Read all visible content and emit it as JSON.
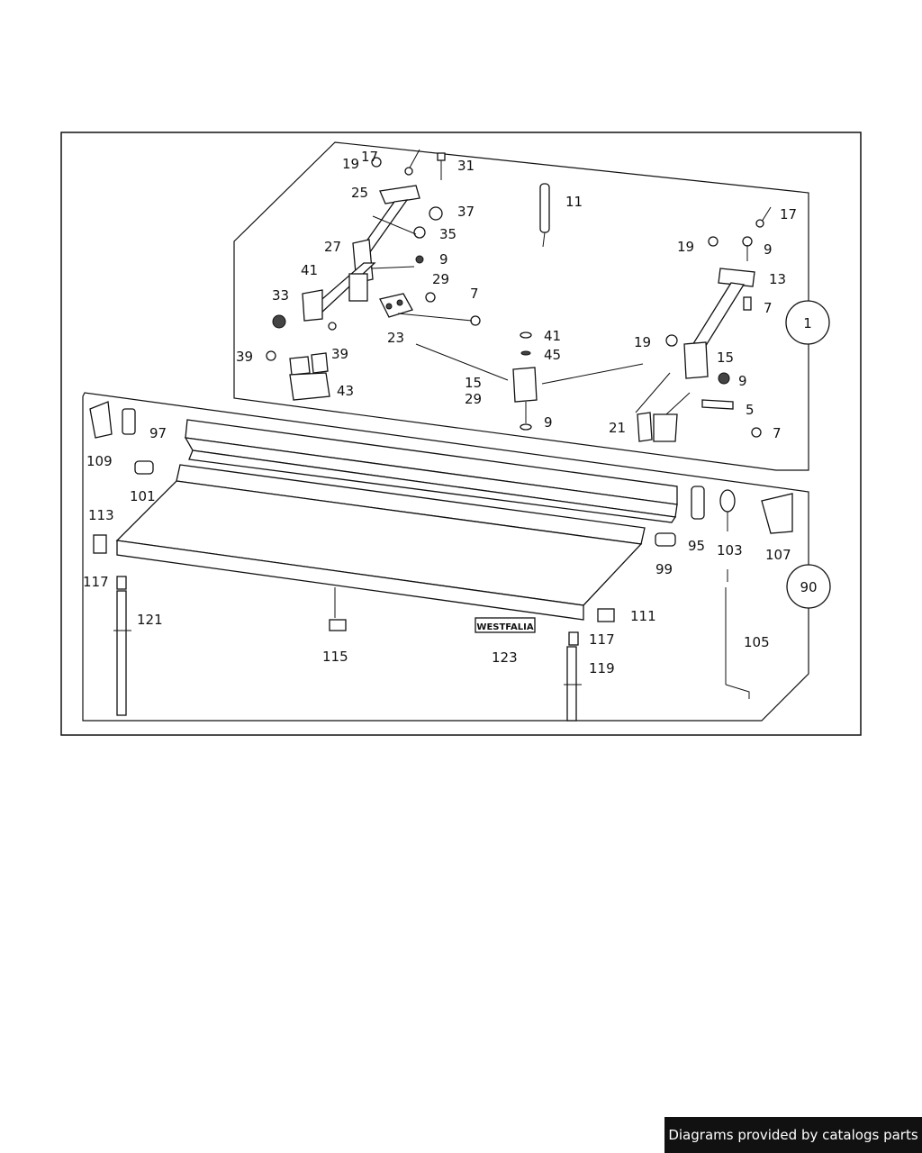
{
  "diagram": {
    "group_callouts": [
      "1",
      "90"
    ],
    "part_labels": [
      "19",
      "17",
      "31",
      "25",
      "37",
      "35",
      "27",
      "11",
      "17",
      "19",
      "9",
      "41",
      "29",
      "9",
      "7",
      "13",
      "33",
      "7",
      "23",
      "41",
      "45",
      "39",
      "39",
      "19",
      "15",
      "15",
      "9",
      "43",
      "29",
      "5",
      "9",
      "21",
      "7",
      "97",
      "109",
      "101",
      "113",
      "95",
      "107",
      "103",
      "99",
      "90",
      "117",
      "121",
      "111",
      "105",
      "117",
      "115",
      "123",
      "119"
    ],
    "logo_text": "WESTFALIA"
  },
  "footer": {
    "text": "Diagrams provided by catalogs parts"
  }
}
